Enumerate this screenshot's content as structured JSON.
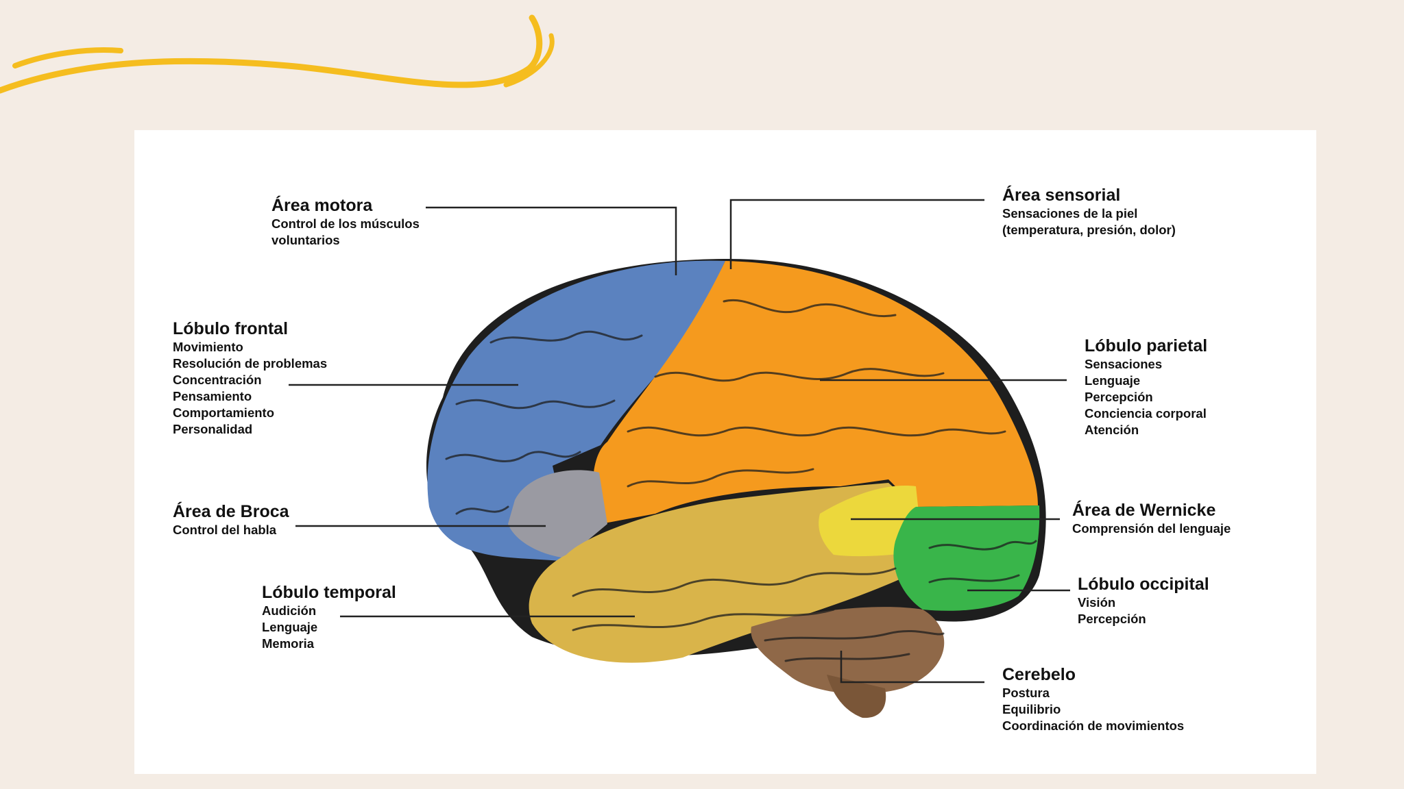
{
  "colors": {
    "background": "#f4ece4",
    "accent_swoosh": "#f5bd1f",
    "frontal": "#5b82bf",
    "parietal": "#f59a1e",
    "temporal": "#d9b44a",
    "occipital": "#39b54a",
    "broca": "#9a9aa2",
    "wernicke": "#ecd83c",
    "cerebellum": "#8f6848"
  },
  "icons": {
    "swoosh": "swoosh-decoration",
    "brain": "brain-illustration"
  },
  "labels": {
    "area_motora": {
      "title": "Área motora",
      "lines": [
        "Control de los músculos",
        "voluntarios"
      ]
    },
    "area_sensorial": {
      "title": "Área sensorial",
      "lines": [
        "Sensaciones de la piel",
        "(temperatura, presión, dolor)"
      ]
    },
    "lobulo_frontal": {
      "title": "Lóbulo frontal",
      "lines": [
        "Movimiento",
        "Resolución de problemas",
        "Concentración",
        "Pensamiento",
        "Comportamiento",
        "Personalidad"
      ]
    },
    "lobulo_parietal": {
      "title": "Lóbulo parietal",
      "lines": [
        "Sensaciones",
        "Lenguaje",
        "Percepción",
        "Conciencia corporal",
        "Atención"
      ]
    },
    "area_broca": {
      "title": "Área de Broca",
      "lines": [
        "Control del habla"
      ]
    },
    "area_wernicke": {
      "title": "Área de Wernicke",
      "lines": [
        "Comprensión del lenguaje"
      ]
    },
    "lobulo_temporal": {
      "title": "Lóbulo temporal",
      "lines": [
        "Audición",
        "Lenguaje",
        "Memoria"
      ]
    },
    "lobulo_occipital": {
      "title": "Lóbulo occipital",
      "lines": [
        "Visión",
        "Percepción"
      ]
    },
    "cerebelo": {
      "title": "Cerebelo",
      "lines": [
        "Postura",
        "Equilibrio",
        "Coordinación de movimientos"
      ]
    }
  }
}
